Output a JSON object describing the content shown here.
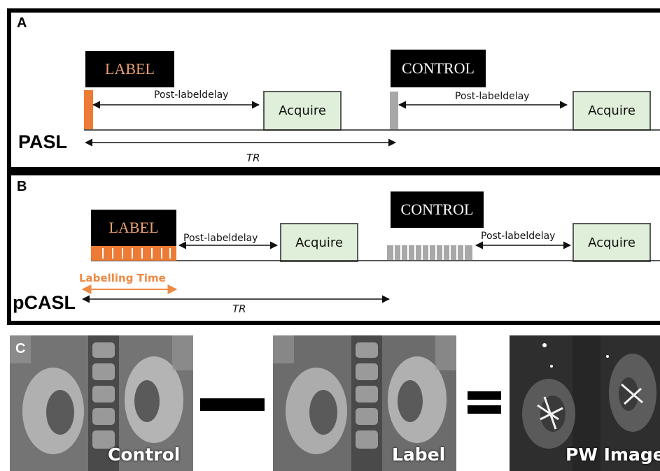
{
  "panel_a": {
    "letter": "A",
    "sequence": "PASL",
    "label_box": "LABEL",
    "control_box": "CONTROL",
    "delay_1": "Post-labeldelay",
    "delay_2": "Post-labeldelay",
    "acquire_1": "Acquire",
    "acquire_2": "Acquire",
    "tr": "TR"
  },
  "panel_b": {
    "letter": "B",
    "sequence": "pCASL",
    "label_box": "LABEL",
    "control_box": "CONTROL",
    "delay_1": "Post-labeldelay",
    "delay_2": "Post-labeldelay",
    "acquire_1": "Acquire",
    "acquire_2": "Acquire",
    "labelling_time": "Labelling Time",
    "tr": "TR"
  },
  "panel_c": {
    "letter": "C",
    "image_1": "Control",
    "operator_1": "minus",
    "image_2": "Label",
    "operator_2": "equals",
    "image_3": "PW Image"
  },
  "colors": {
    "label_pulse": "#ee7b35",
    "control_pulse": "#a8a8a8",
    "acquire_fill": "#dfefd9"
  }
}
